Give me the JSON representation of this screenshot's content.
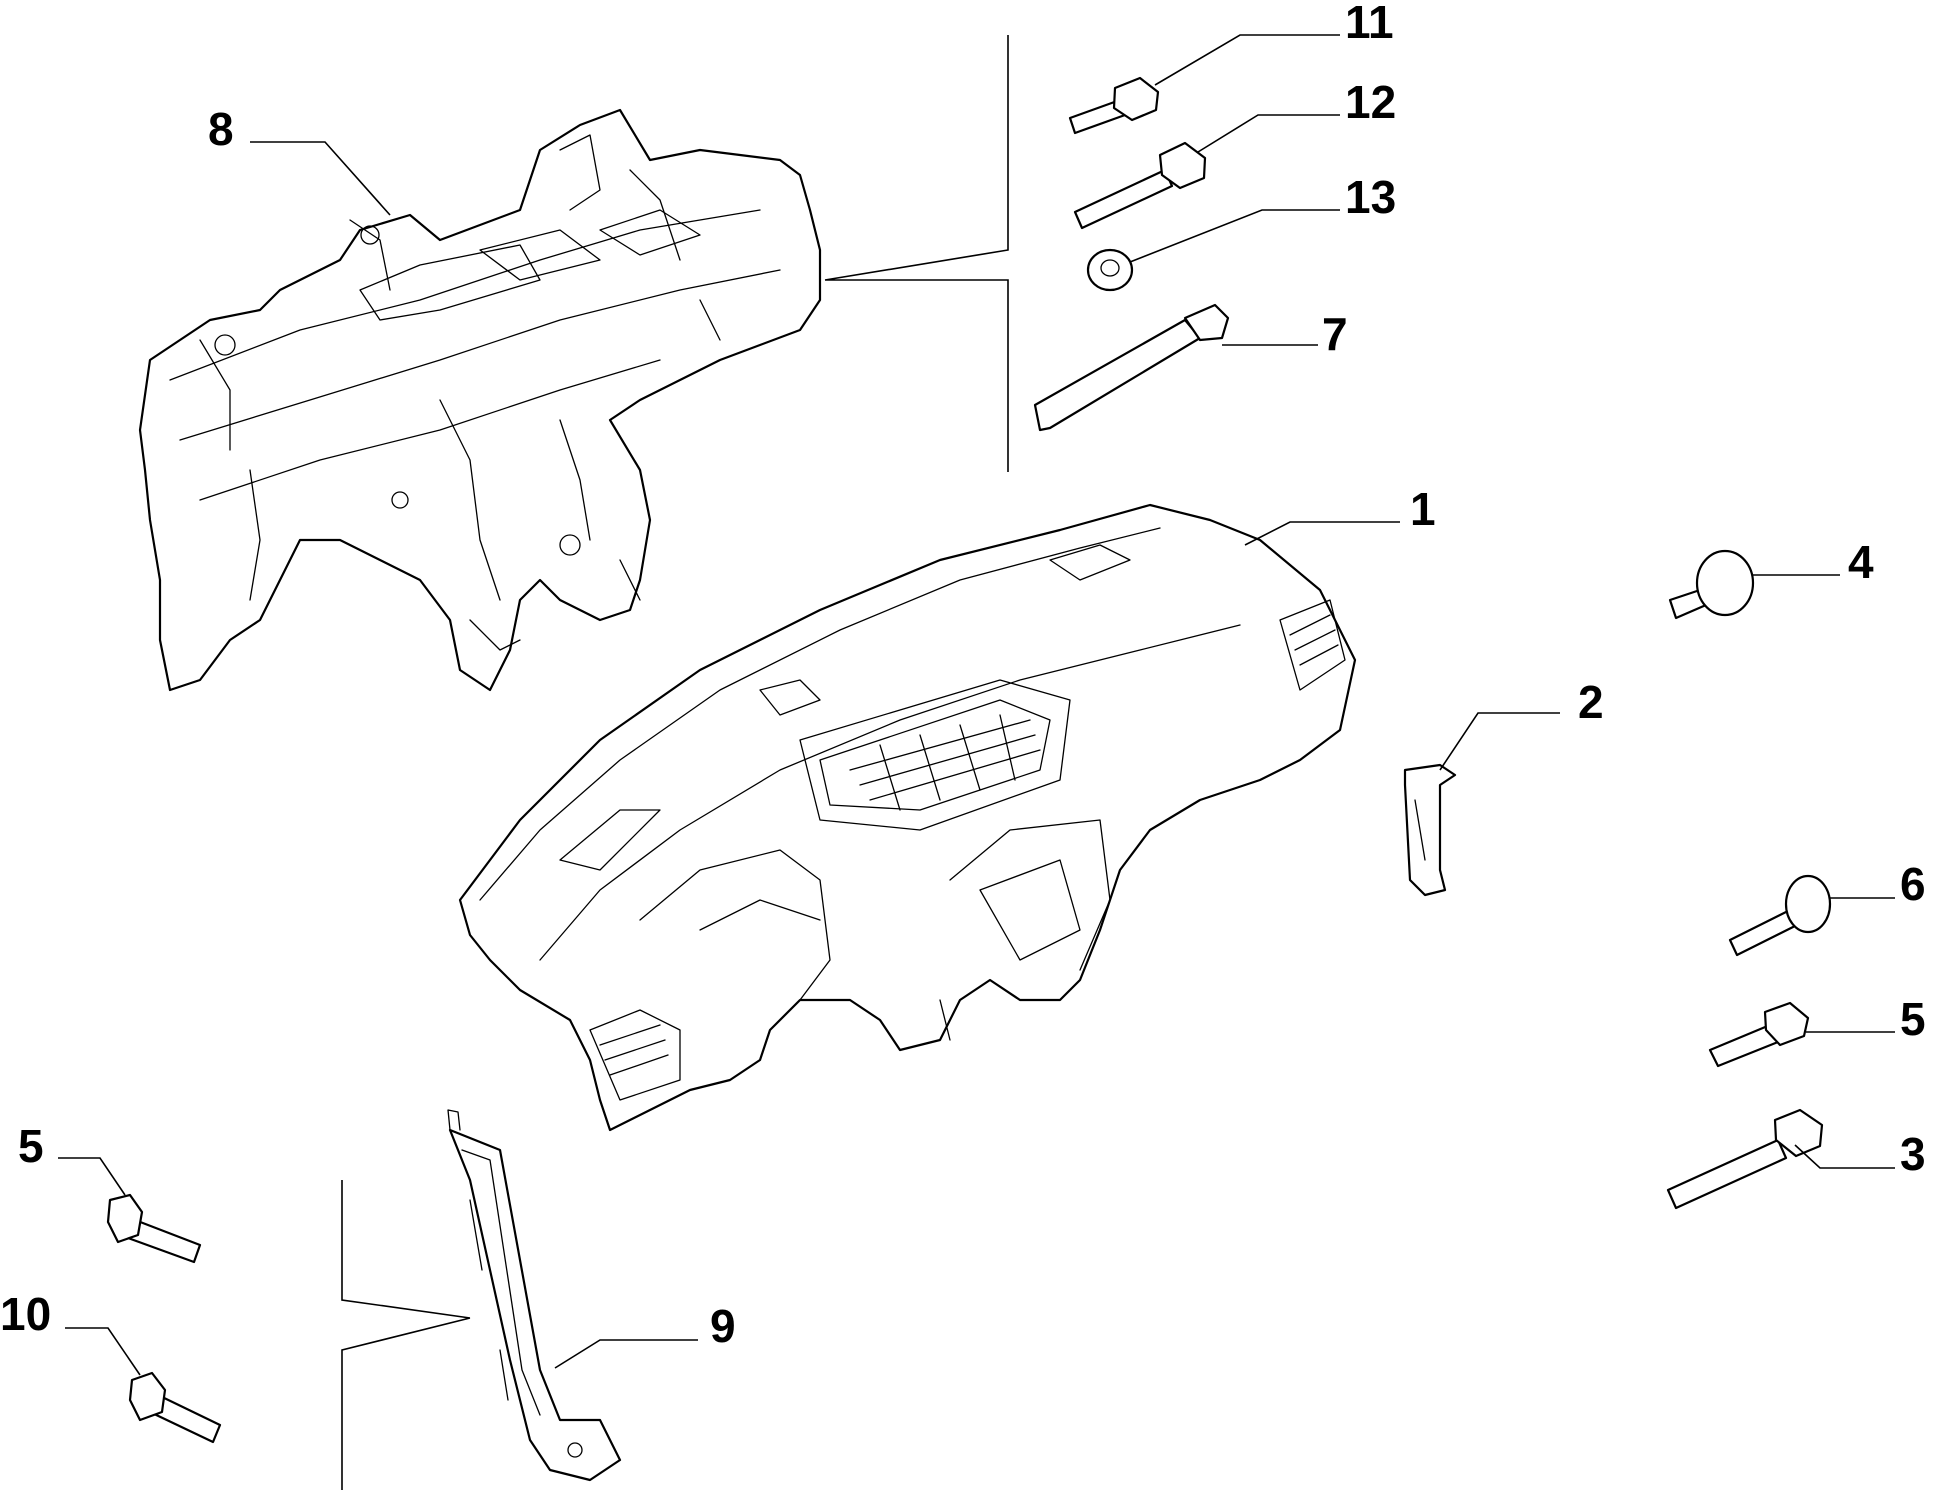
{
  "callouts": [
    {
      "id": "1",
      "label": "1"
    },
    {
      "id": "2",
      "label": "2"
    },
    {
      "id": "3",
      "label": "3"
    },
    {
      "id": "4",
      "label": "4"
    },
    {
      "id": "5a",
      "label": "5"
    },
    {
      "id": "5b",
      "label": "5"
    },
    {
      "id": "6",
      "label": "6"
    },
    {
      "id": "7",
      "label": "7"
    },
    {
      "id": "8",
      "label": "8"
    },
    {
      "id": "9",
      "label": "9"
    },
    {
      "id": "10",
      "label": "10"
    },
    {
      "id": "11",
      "label": "11"
    },
    {
      "id": "12",
      "label": "12"
    },
    {
      "id": "13",
      "label": "13"
    }
  ]
}
